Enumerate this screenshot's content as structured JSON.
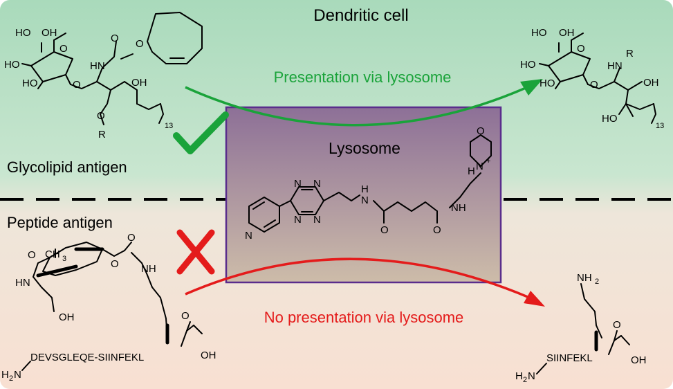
{
  "title": "Dendritic cell",
  "top_label": "Glycolipid antigen",
  "bottom_label": "Peptide antigen",
  "lysosome_label": "Lysosome",
  "green_arrow_label": "Presentation via lysosome",
  "red_arrow_label": "No presentation via lysosome",
  "colors": {
    "top_bg": "#b2dcc0",
    "bottom_bg": "#f6e2d6",
    "green": "#1aa33a",
    "red": "#e41b1b",
    "lysosome_border": "#5a2d8c",
    "lysosome_top": "#8f7396",
    "lysosome_bottom": "#c9b6a6"
  },
  "icons": {
    "check": "check-mark-icon",
    "cross": "cross-mark-icon"
  },
  "chem": {
    "ho": "HO",
    "oh": "OH",
    "o": "O",
    "hn": "HN",
    "nh": "NH",
    "n": "N",
    "r": "R",
    "h_plus_n": "N",
    "plus": "+",
    "h": "H",
    "ch3": "CH",
    "three": "3",
    "thirteen": "13",
    "nh2": "NH",
    "two": "2",
    "h2n": "H",
    "h2n_n": "N",
    "peptide_long": "DEVSGLEQE-SIINFEKL",
    "peptide_short": "SIINFEKL"
  }
}
